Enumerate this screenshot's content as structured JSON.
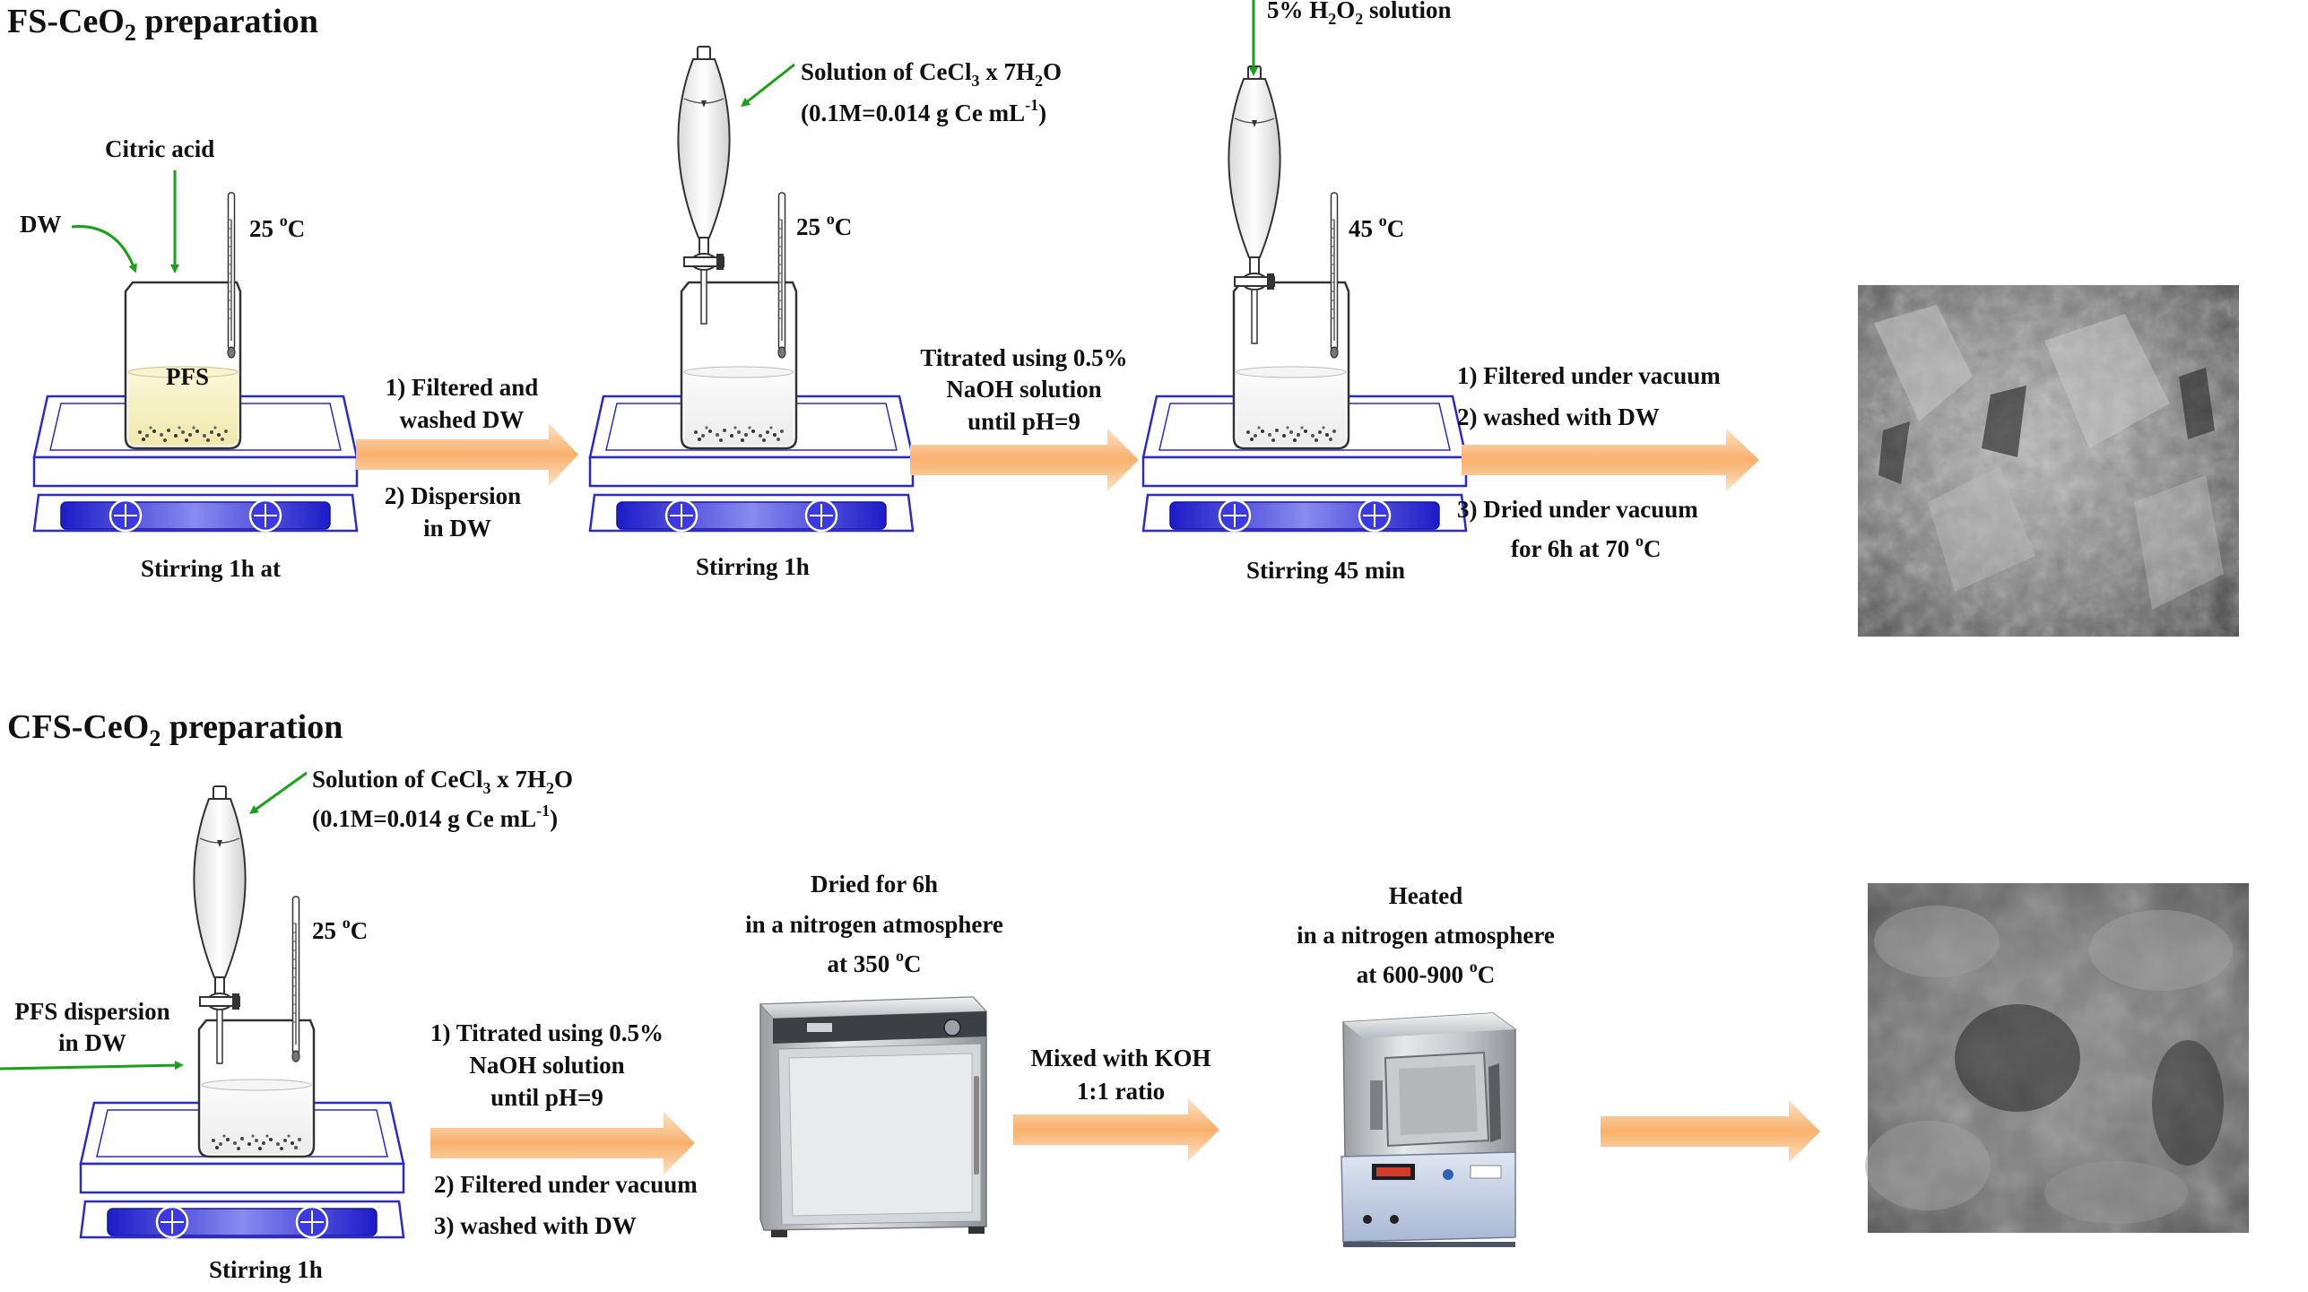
{
  "colors": {
    "arrow_green": "#1aa01a",
    "flow_arrow": "#f7a35c",
    "hotplate_blue": "#2a2ad0",
    "liquid_yellow": "#f6f3c8"
  },
  "section1": {
    "title_main": "FS-CeO",
    "title_sub": "2",
    "title_rest": " preparation",
    "step1": {
      "dw": "DW",
      "citric": "Citric acid",
      "temp": "25 ",
      "temp_sup": "o",
      "temp_unit": "C",
      "beaker_label": "PFS",
      "stirring": "Stirring 1h at"
    },
    "arrow1": {
      "top_line1": "1) Filtered and",
      "top_line2": "washed DW",
      "bottom_line1": "2) Dispersion",
      "bottom_line2": "in DW"
    },
    "step2": {
      "sol_a": "Solution of CeCl",
      "sol_sub1": "3",
      "sol_b": " x 7H",
      "sol_sub2": "2",
      "sol_c": "O",
      "conc_a": "(0.1M=0.014 g Ce mL",
      "conc_sup": "-1",
      "conc_b": ")",
      "temp": "25 ",
      "temp_sup": "o",
      "temp_unit": "C",
      "stirring": "Stirring 1h"
    },
    "arrow2": {
      "line1": "Titrated using 0.5%",
      "line2": "NaOH solution",
      "line3": "until pH=9"
    },
    "step3": {
      "h2o2_a": "5% H",
      "h2o2_sub1": "2",
      "h2o2_b": "O",
      "h2o2_sub2": "2",
      "h2o2_c": " solution",
      "temp": "45 ",
      "temp_sup": "o",
      "temp_unit": "C",
      "stirring": "Stirring 45 min"
    },
    "arrow3": {
      "line1": "1) Filtered under vacuum",
      "line2": "2) washed with DW",
      "line3": "3) Dried under vacuum",
      "line4a": "for 6h at 70 ",
      "line4_sup": "o",
      "line4b": "C"
    }
  },
  "section2": {
    "title_main": "CFS-CeO",
    "title_sub": "2",
    "title_rest": " preparation",
    "step1": {
      "sol_a": "Solution of CeCl",
      "sol_sub1": "3",
      "sol_b": " x 7H",
      "sol_sub2": "2",
      "sol_c": "O",
      "conc_a": "(0.1M=0.014 g Ce mL",
      "conc_sup": "-1",
      "conc_b": ")",
      "temp": "25 ",
      "temp_sup": "o",
      "temp_unit": "C",
      "pfs_line1": "PFS dispersion",
      "pfs_line2": "in DW",
      "stirring": "Stirring 1h"
    },
    "arrow1": {
      "top_line1": "1) Titrated using 0.5%",
      "top_line2": "NaOH solution",
      "top_line3": "until pH=9",
      "bottom_line1": "2) Filtered under vacuum",
      "bottom_line2": "3) washed with DW"
    },
    "oven": {
      "line1": "Dried for 6h",
      "line2": "in a nitrogen atmosphere",
      "line3a": "at 350 ",
      "line3_sup": "o",
      "line3b": "C"
    },
    "arrow2": {
      "line1": "Mixed with KOH",
      "line2": "1:1 ratio"
    },
    "furnace": {
      "line1": "Heated",
      "line2": "in a nitrogen atmosphere",
      "line3a": "at 600-900 ",
      "line3_sup": "o",
      "line3b": "C"
    }
  }
}
